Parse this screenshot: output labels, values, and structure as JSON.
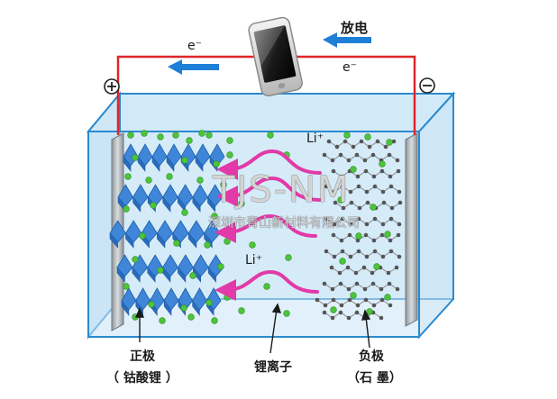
{
  "labels": {
    "discharge": "放电",
    "electron_left": "e⁻",
    "electron_right": "e⁻",
    "plus_sign": "+",
    "minus_sign": "-",
    "li_ion_top": "Li⁺",
    "li_ion_mid": "Li⁺",
    "cathode_name": "正极",
    "cathode_material": "（ 钴酸锂 ）",
    "electrolyte_ion": "锂离子",
    "anode_name": "负极",
    "anode_material": "（石 墨）"
  },
  "watermark": {
    "brand": "TJS-NM",
    "company": "深圳市青山新材料有限公司"
  },
  "colors": {
    "wire": "#e0252b",
    "arrow_blue": "#1e7fd8",
    "ion_arrow": "#e23aa8",
    "container_face": "#d8ecf7",
    "container_edge": "#2a8ad0",
    "cathode_crystal": "#3f86d8",
    "lithium_dot": "#4cc43b",
    "graphite": "#555555"
  },
  "icons": {
    "device": "smartphone-icon",
    "positive": "plus-circle-icon",
    "negative": "minus-circle-icon"
  }
}
